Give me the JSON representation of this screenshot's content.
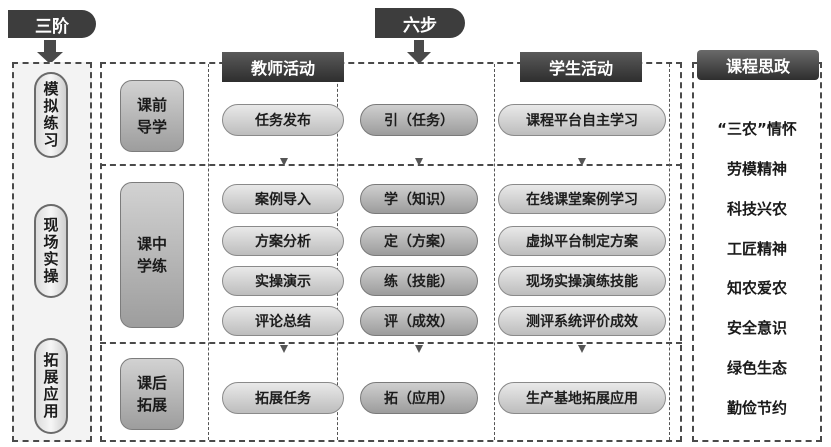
{
  "labels": {
    "three_stages": "三阶",
    "six_steps": "六步",
    "teacher_activity": "教师活动",
    "student_activity": "学生活动",
    "ideology": "课程思政"
  },
  "stages": [
    "模拟练习",
    "现场实操",
    "拓展应用"
  ],
  "phases": [
    {
      "label": "课前\n导学"
    },
    {
      "label": "课中\n学练"
    },
    {
      "label": "课后\n拓展"
    }
  ],
  "teacher": [
    "任务发布",
    "案例导入",
    "方案分析",
    "实操演示",
    "评论总结",
    "拓展任务"
  ],
  "steps": [
    "引（任务）",
    "学（知识）",
    "定（方案）",
    "练（技能）",
    "评（成效）",
    "拓（应用）"
  ],
  "student": [
    "课程平台自主学习",
    "在线课堂案例学习",
    "虚拟平台制定方案",
    "现场实操演练技能",
    "测评系统评价成效",
    "生产基地拓展应用"
  ],
  "values": [
    "“三农”情怀",
    "劳模精神",
    "科技兴农",
    "工匠精神",
    "知农爱农",
    "安全意识",
    "绿色生态",
    "勤俭节约"
  ],
  "colors": {
    "dark": "#3d3d3d",
    "pill_light": "#e0e0e0",
    "pill_mid": "#b0b0b0"
  }
}
